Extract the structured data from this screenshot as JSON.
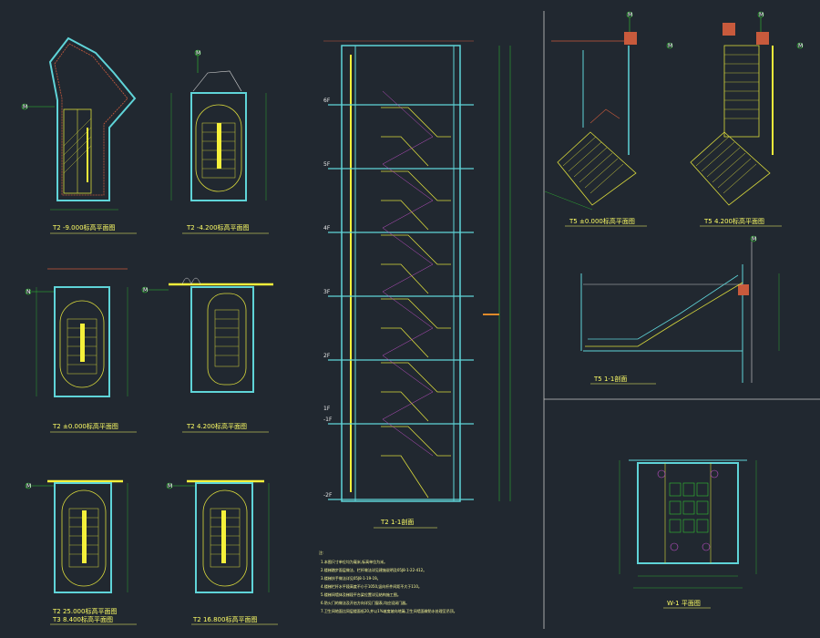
{
  "captions": {
    "p1": "T2 -9.000标高平面图",
    "p2": "T2 -4.200标高平面图",
    "p3": "T2 ±0.000标高平面图",
    "p4": "T2 4.200标高平面图",
    "p5": "T2 25.000标高平面图",
    "p5b": "T3 8.400标高平面图",
    "p6": "T2 16.800标高平面图",
    "section": "T2 1-1剖面",
    "t5a": "T5 ±0.000标高平面图",
    "t5b": "T5 4.200标高平面图",
    "t5sec": "T5 1-1剖面",
    "toilet": "W-1 平面图"
  },
  "axis_marks": [
    "M",
    "M",
    "N",
    "M",
    "M",
    "M",
    "M",
    "M",
    "M",
    "M",
    "M"
  ],
  "section_levels": [
    "6F",
    "5F",
    "4F",
    "3F",
    "2F",
    "1F",
    "-1F",
    "-2F"
  ],
  "notes": {
    "heading": "注:",
    "lines": [
      "1.本图尺寸单位均为毫米,标高单位为米。",
      "2.楼梯踏步面层做法、栏杆做法详见建施说明及05J8-1-22-412。",
      "3.楼梯扶手做法详见05J8-1-19-19。",
      "4.楼梯栏杆水平段高度不小于1050,竖向杆件间距不大于110。",
      "5.楼梯间墙体及梯段平台梁位置详见结构施工图。",
      "6.防火门的做法及开启方向详见门窗表,均应设闭门器。",
      "7.卫生间地面比同层楼面低20,并以1%坡度坡向地漏,卫生间墙面做防水处理至吊顶。"
    ]
  },
  "colors": {
    "background": "#212830",
    "wall": "#5fd4d8",
    "stair": "#dada3c",
    "dimension": "#31c431",
    "hatch": "#c85a3c",
    "grid_axis": "#e04848",
    "axis_circle": "#31c431",
    "highlight": "#f5f03a",
    "white": "#d8d8d8",
    "magenta": "#c050c8"
  }
}
